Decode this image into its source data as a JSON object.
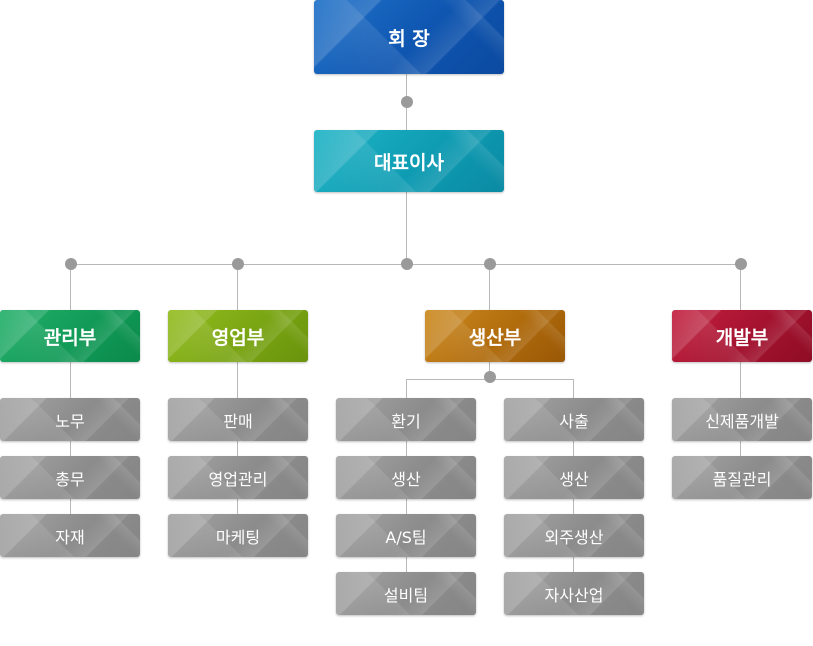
{
  "chairman": "회 장",
  "ceo": "대표이사",
  "departments": [
    {
      "name": "관리부",
      "teams": [
        "노무",
        "총무",
        "자재"
      ]
    },
    {
      "name": "영업부",
      "teams": [
        "판매",
        "영업관리",
        "마케팅"
      ]
    },
    {
      "name": "생산부",
      "teams": []
    },
    {
      "name": "개발부",
      "teams": [
        "신제품개발",
        "품질관리"
      ]
    }
  ],
  "production_groups": [
    {
      "name": "환기",
      "teams": [
        "생산",
        "A/S팀",
        "설비팀"
      ]
    },
    {
      "name": "사출",
      "teams": [
        "생산",
        "외주생산",
        "자사산업"
      ]
    }
  ],
  "colors": {
    "chairman": "#0e55b0",
    "ceo": "#0e9cb3",
    "admin": "#119a57",
    "sales": "#7aa513",
    "production": "#b06b0c",
    "development": "#a4122f",
    "team": "#8d8d8d",
    "connector": "#b8b8b8",
    "dot": "#9a9a9a"
  }
}
